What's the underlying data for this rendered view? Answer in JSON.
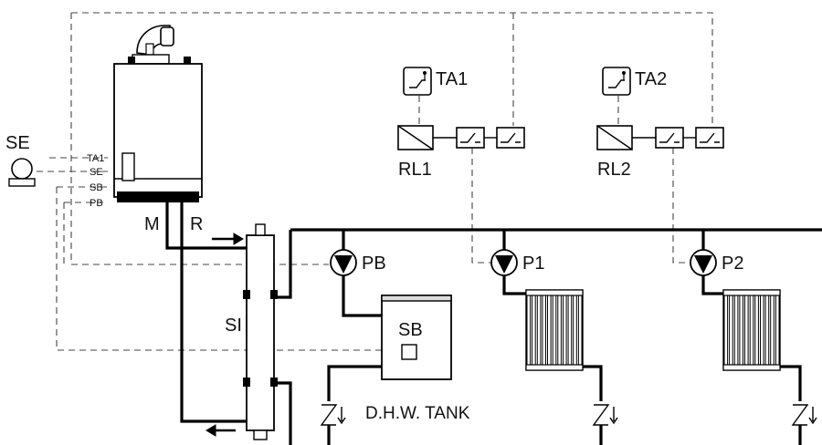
{
  "labels": {
    "se": "SE",
    "boiler_ta1": "TA1",
    "boiler_se": "SE",
    "boiler_sb": "SB",
    "boiler_pb": "PB",
    "m": "M",
    "r": "R",
    "ta1": "TA1",
    "ta2": "TA2",
    "rl1": "RL1",
    "rl2": "RL2",
    "pb": "PB",
    "p1": "P1",
    "p2": "P2",
    "si": "SI",
    "sb": "SB",
    "tank": "D.H.W. TANK"
  },
  "colors": {
    "line": "#000000",
    "dashed": "#444444",
    "fill": "#ffffff",
    "shade": "#d9d9d9"
  }
}
